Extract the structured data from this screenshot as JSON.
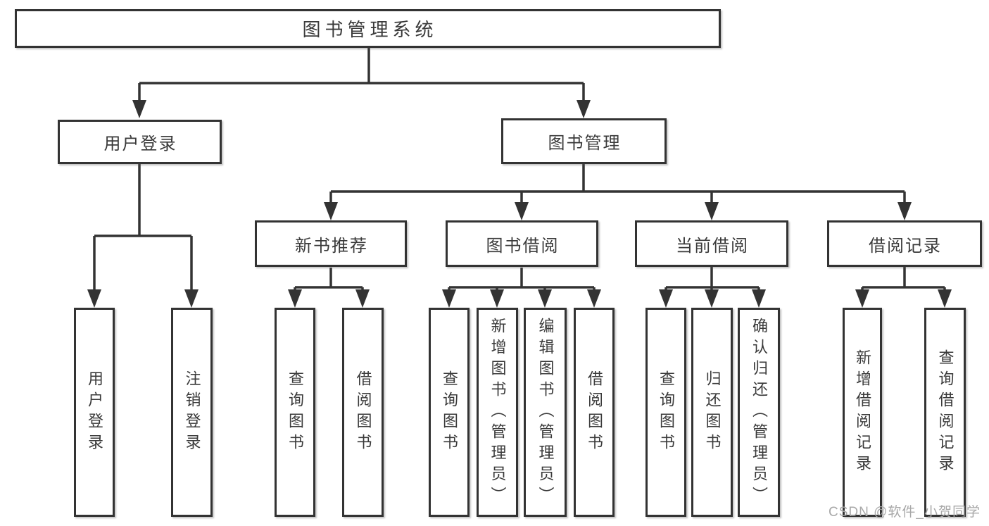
{
  "tree": {
    "label": "图书管理系统",
    "children": [
      {
        "label": "用户登录",
        "children": [
          {
            "label": "用户登录"
          },
          {
            "label": "注销登录"
          }
        ]
      },
      {
        "label": "图书管理",
        "children": [
          {
            "label": "新书推荐",
            "children": [
              {
                "label": "查询图书"
              },
              {
                "label": "借阅图书"
              }
            ]
          },
          {
            "label": "图书借阅",
            "children": [
              {
                "label": "查询图书"
              },
              {
                "label": "新增图书（管理员）"
              },
              {
                "label": "编辑图书（管理员）"
              },
              {
                "label": "借阅图书"
              }
            ]
          },
          {
            "label": "当前借阅",
            "children": [
              {
                "label": "查询图书"
              },
              {
                "label": "归还图书"
              },
              {
                "label": "确认归还（管理员）"
              }
            ]
          },
          {
            "label": "借阅记录",
            "children": [
              {
                "label": "新增借阅记录"
              },
              {
                "label": "查询借阅记录"
              }
            ]
          }
        ]
      }
    ]
  },
  "watermark": {
    "text": "CSDN @软件_小贺同学"
  },
  "colors": {
    "line": "#333333",
    "box_fill": "#ffffff",
    "text": "#3a3a3a",
    "watermark": "#a8a8a8",
    "background": "#ffffff"
  }
}
